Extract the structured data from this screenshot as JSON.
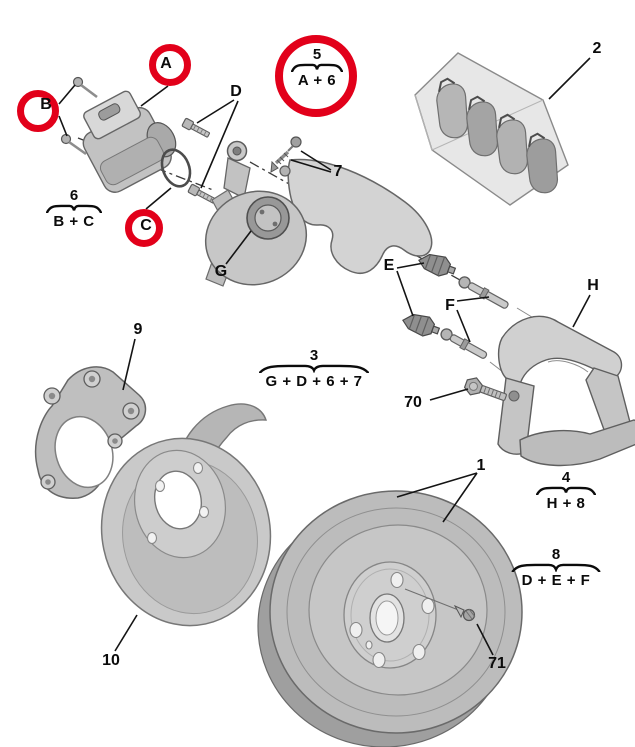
{
  "diagram": {
    "background_color": "#ffffff",
    "highlight_color": "#e2001a",
    "callouts": {
      "a": "A",
      "b": "B",
      "c": "C",
      "d": "D",
      "e": "E",
      "f": "F",
      "g": "G",
      "h": "H",
      "n1": "1",
      "n2": "2",
      "n7": "7",
      "n9": "9",
      "n10": "10",
      "n70": "70",
      "n71": "71"
    },
    "groups": [
      {
        "number": "5",
        "formula": "A + 6",
        "highlighted": true
      },
      {
        "number": "6",
        "formula": "B + C",
        "highlighted": false
      },
      {
        "number": "3",
        "formula": "G + D + 6 + 7",
        "highlighted": false
      },
      {
        "number": "4",
        "formula": "H + 8",
        "highlighted": false
      },
      {
        "number": "8",
        "formula": "D + E + F",
        "highlighted": false
      }
    ]
  }
}
